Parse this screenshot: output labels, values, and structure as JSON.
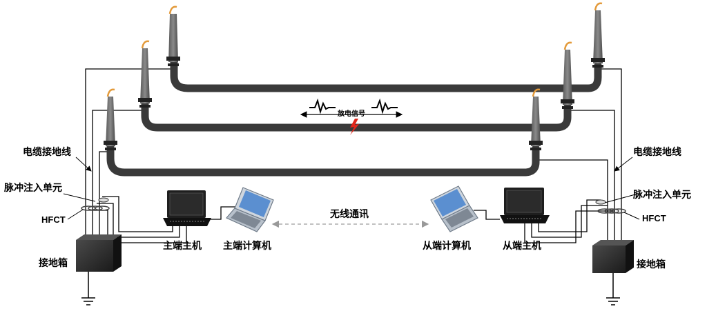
{
  "labels": {
    "cable_ground_left": "电缆接地线",
    "pulse_unit_left": "脉冲注入单元",
    "hfct_left": "HFCT",
    "ground_box_left": "接地箱",
    "master_host": "主端主机",
    "master_computer": "主端计算机",
    "wireless": "无线通讯",
    "slave_computer": "从端计算机",
    "slave_host": "从端主机",
    "cable_ground_right": "电缆接地线",
    "pulse_unit_right": "脉冲注入单元",
    "hfct_right": "HFCT",
    "ground_box_right": "接地箱",
    "discharge_signal": "放电信号"
  },
  "colors": {
    "cable": "#3a3a3a",
    "terminal": "#6b6b6b",
    "laptop_screen": "#5b8fd0",
    "fault_spark": "#e0261b",
    "conductor_tip": "#e39a3a",
    "wire": "#000000"
  }
}
